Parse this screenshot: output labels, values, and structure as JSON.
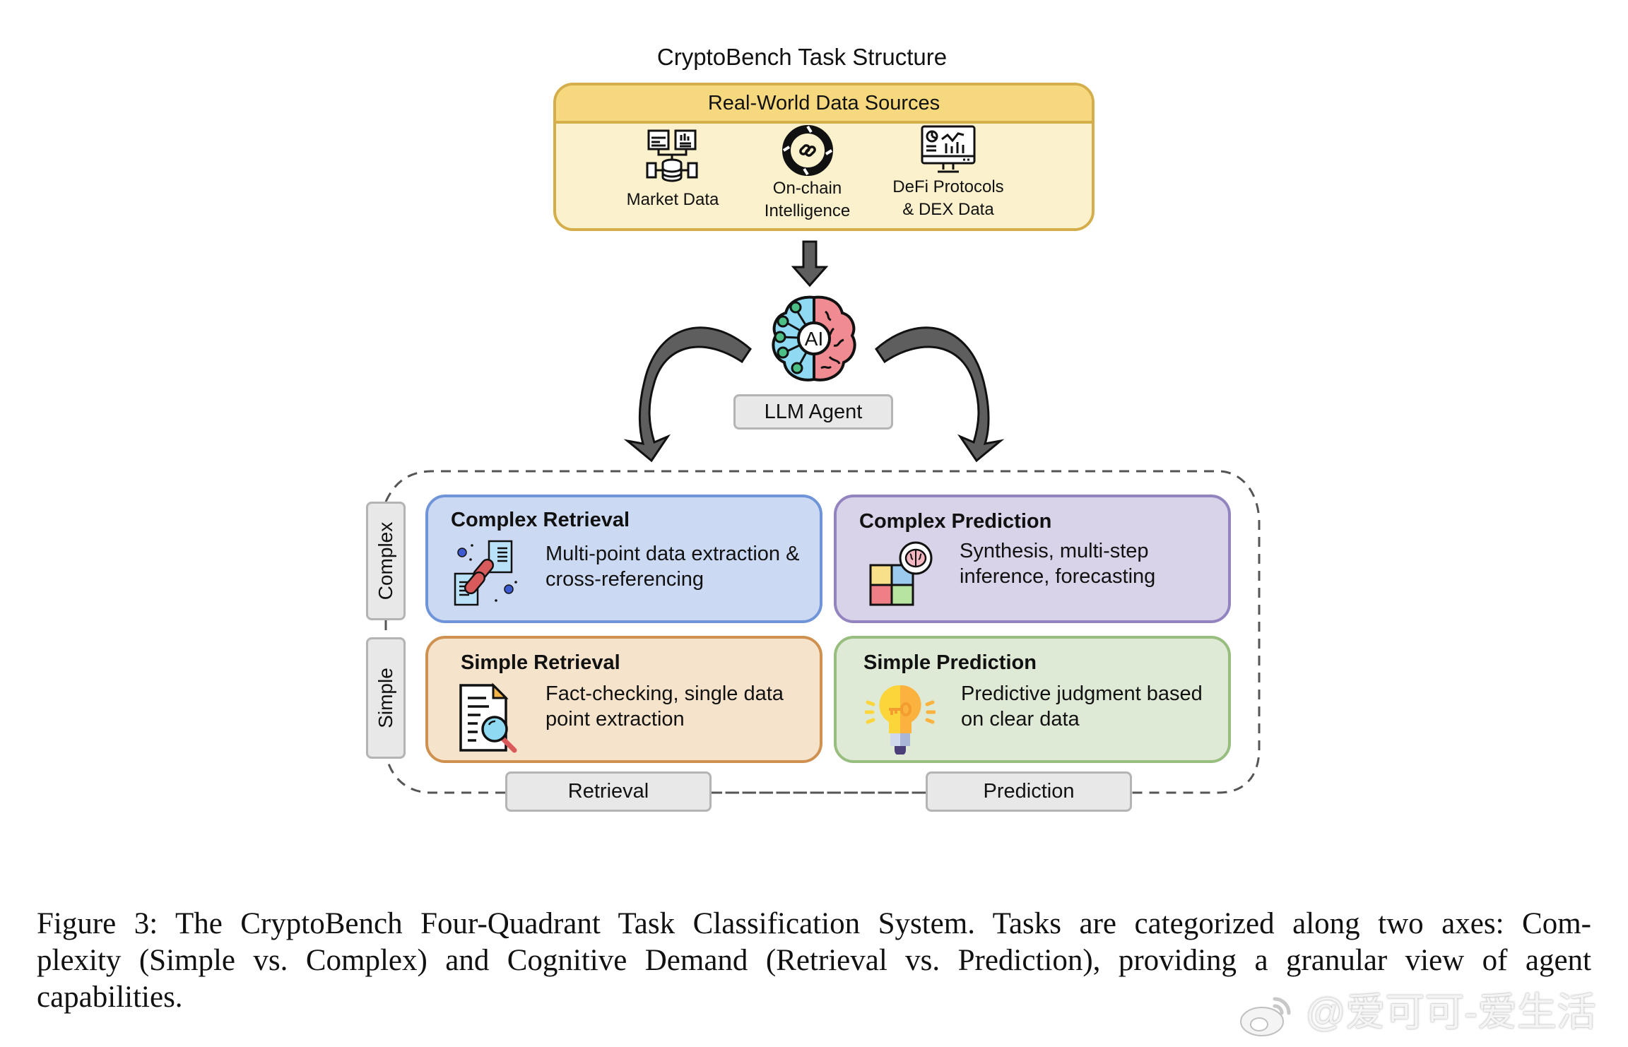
{
  "figure": {
    "title": "CryptoBench Task Structure",
    "data_sources": {
      "header": "Real-World Data Sources",
      "items": [
        {
          "label": "Market Data",
          "icon": "database-dashboard-icon"
        },
        {
          "label_line1": "On-chain",
          "label_line2": "Intelligence",
          "icon": "chain-cycle-icon"
        },
        {
          "label_line1": "DeFi Protocols",
          "label_line2": "& DEX Data",
          "icon": "monitor-analytics-icon"
        }
      ]
    },
    "agent": {
      "icon": "ai-brain-icon",
      "icon_text": "AI",
      "label": "LLM Agent"
    },
    "axes": {
      "vertical": [
        "Complex",
        "Simple"
      ],
      "horizontal": [
        "Retrieval",
        "Prediction"
      ]
    },
    "quadrants": [
      {
        "title": "Complex Retrieval",
        "desc_line1": "Multi-point data extraction &",
        "desc_line2": "cross-referencing",
        "icon": "linked-documents-icon",
        "color": "#ccd9f3",
        "border": "#6f95d8"
      },
      {
        "title": "Complex Prediction",
        "desc_line1": "Synthesis, multi-step",
        "desc_line2": "inference, forecasting",
        "icon": "puzzle-brain-icon",
        "color": "#d8d3e8",
        "border": "#9384c0"
      },
      {
        "title": "Simple Retrieval",
        "desc_line1": "Fact-checking, single data",
        "desc_line2": "point extraction",
        "icon": "document-search-icon",
        "color": "#f6e3cc",
        "border": "#cf9150"
      },
      {
        "title": "Simple Prediction",
        "desc_line1": "Predictive judgment based",
        "desc_line2": "on clear data",
        "icon": "lightbulb-key-icon",
        "color": "#dfead6",
        "border": "#97bd7f"
      }
    ],
    "colors": {
      "sources_fill": "#fbf1cc",
      "sources_header": "#f6d87e",
      "sources_border": "#d4ae4a",
      "arrow": "#5e5e5e"
    }
  },
  "caption": {
    "line1": "Figure 3: The CryptoBench Four-Quadrant Task Classification System. Tasks are categorized along two axes: Com-",
    "line2": "plexity (Simple vs. Complex) and Cognitive Demand (Retrieval vs. Prediction), providing a granular view of agent",
    "line3": "capabilities."
  },
  "watermark": "@爱可可-爱生活"
}
